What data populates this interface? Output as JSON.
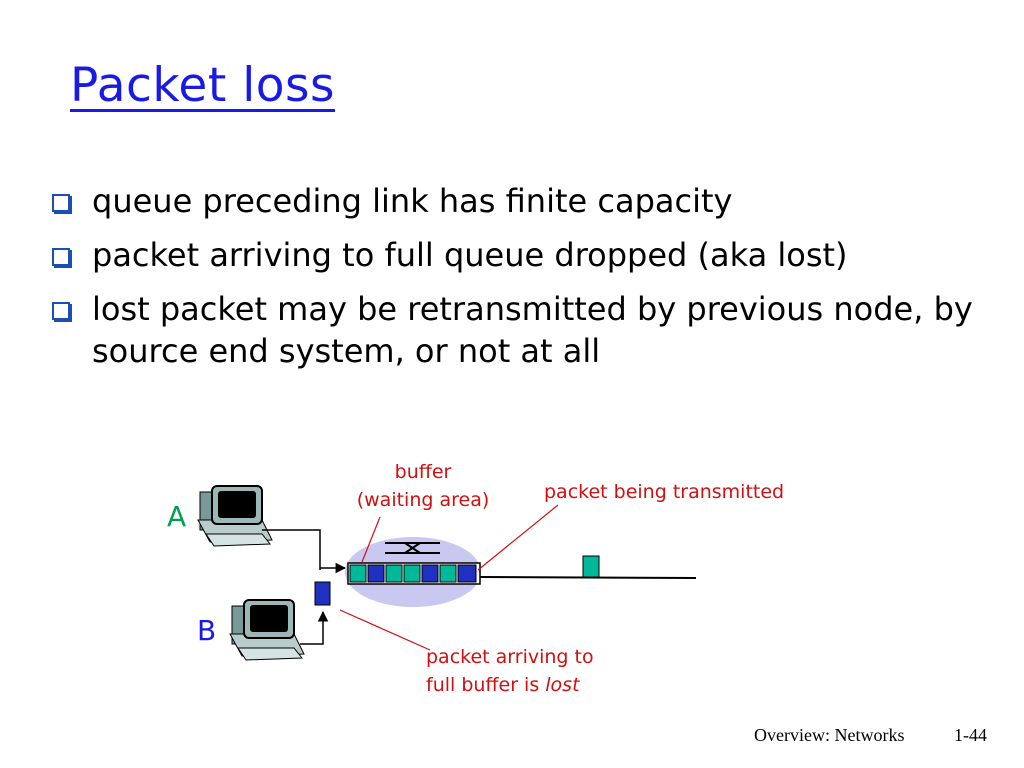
{
  "slide": {
    "title": "Packet loss",
    "bullets": [
      "queue preceding link has finite capacity",
      "packet arriving to full queue dropped (aka lost)",
      "lost packet may be retransmitted by previous node, by source end system, or not at all"
    ],
    "footer": {
      "section": "Overview: Networks",
      "page": "1-44"
    }
  },
  "diagram": {
    "host_a_label": "A",
    "host_b_label": "B",
    "buffer_label_line1": "buffer",
    "buffer_label_line2": "(waiting area)",
    "transmitted_label": "packet being transmitted",
    "lost_label_line1": "packet arriving to",
    "lost_label_line2_prefix": "full buffer is ",
    "lost_label_line2_emph": "lost",
    "colors": {
      "accent_title": "#1a1ae6",
      "annotation": "#d01010",
      "packet_teal": "#00b89a",
      "packet_blue": "#2030c0",
      "buffer_ellipse": "#c8c8f0"
    }
  }
}
